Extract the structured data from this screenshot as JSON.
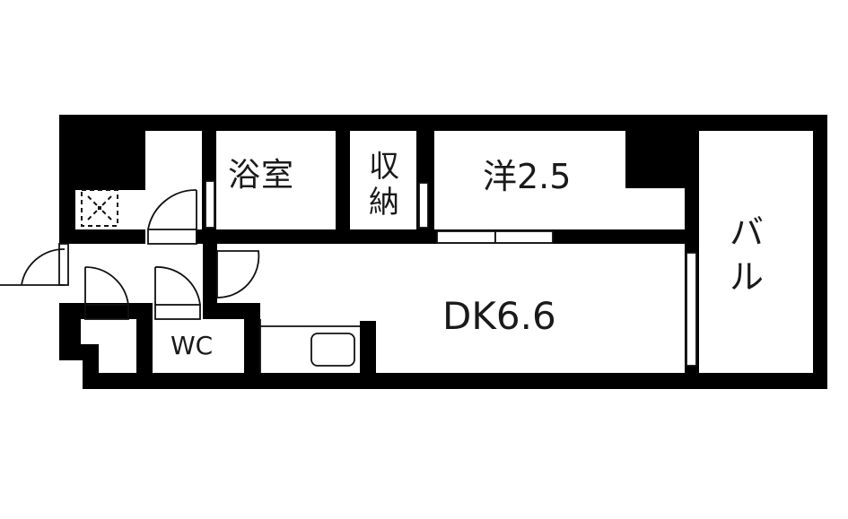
{
  "floor_plan": {
    "type": "apartment-floor-plan",
    "layout": "1DK",
    "rooms": [
      {
        "id": "bathroom",
        "label": "浴室",
        "meaning": "bathroom"
      },
      {
        "id": "storage",
        "label": "収納",
        "meaning": "storage closet"
      },
      {
        "id": "western_room",
        "label": "洋2.5",
        "meaning": "western-style room",
        "size_jo": 2.5
      },
      {
        "id": "dining_kitchen",
        "label": "DK6.6",
        "meaning": "dining kitchen",
        "size_jo": 6.6
      },
      {
        "id": "toilet",
        "label": "WC",
        "meaning": "toilet"
      },
      {
        "id": "balcony",
        "label": "バル",
        "meaning": "balcony"
      }
    ],
    "fixtures": [
      "washing-machine-space",
      "kitchen-sink",
      "entrance-doors"
    ],
    "colors": {
      "wall": "#000000",
      "floor": "#ffffff",
      "line": "#1a1a1a"
    }
  }
}
